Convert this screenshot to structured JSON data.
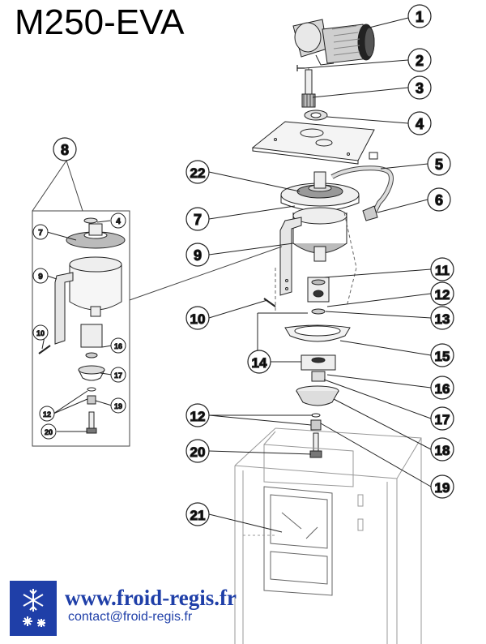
{
  "title": "M250-EVA",
  "website": "www.froid-regis.fr",
  "contact": "contact@froid-regis.fr",
  "callouts": [
    "1",
    "2",
    "3",
    "4",
    "5",
    "6",
    "7",
    "8",
    "9",
    "10",
    "11",
    "12",
    "13",
    "14",
    "15",
    "16",
    "17",
    "18",
    "19",
    "20",
    "21",
    "22"
  ],
  "inset_callouts": [
    "4",
    "7",
    "9",
    "10",
    "16",
    "17",
    "12",
    "19",
    "20"
  ],
  "colors": {
    "brand_blue": "#1f3fa8",
    "line": "#222222"
  }
}
